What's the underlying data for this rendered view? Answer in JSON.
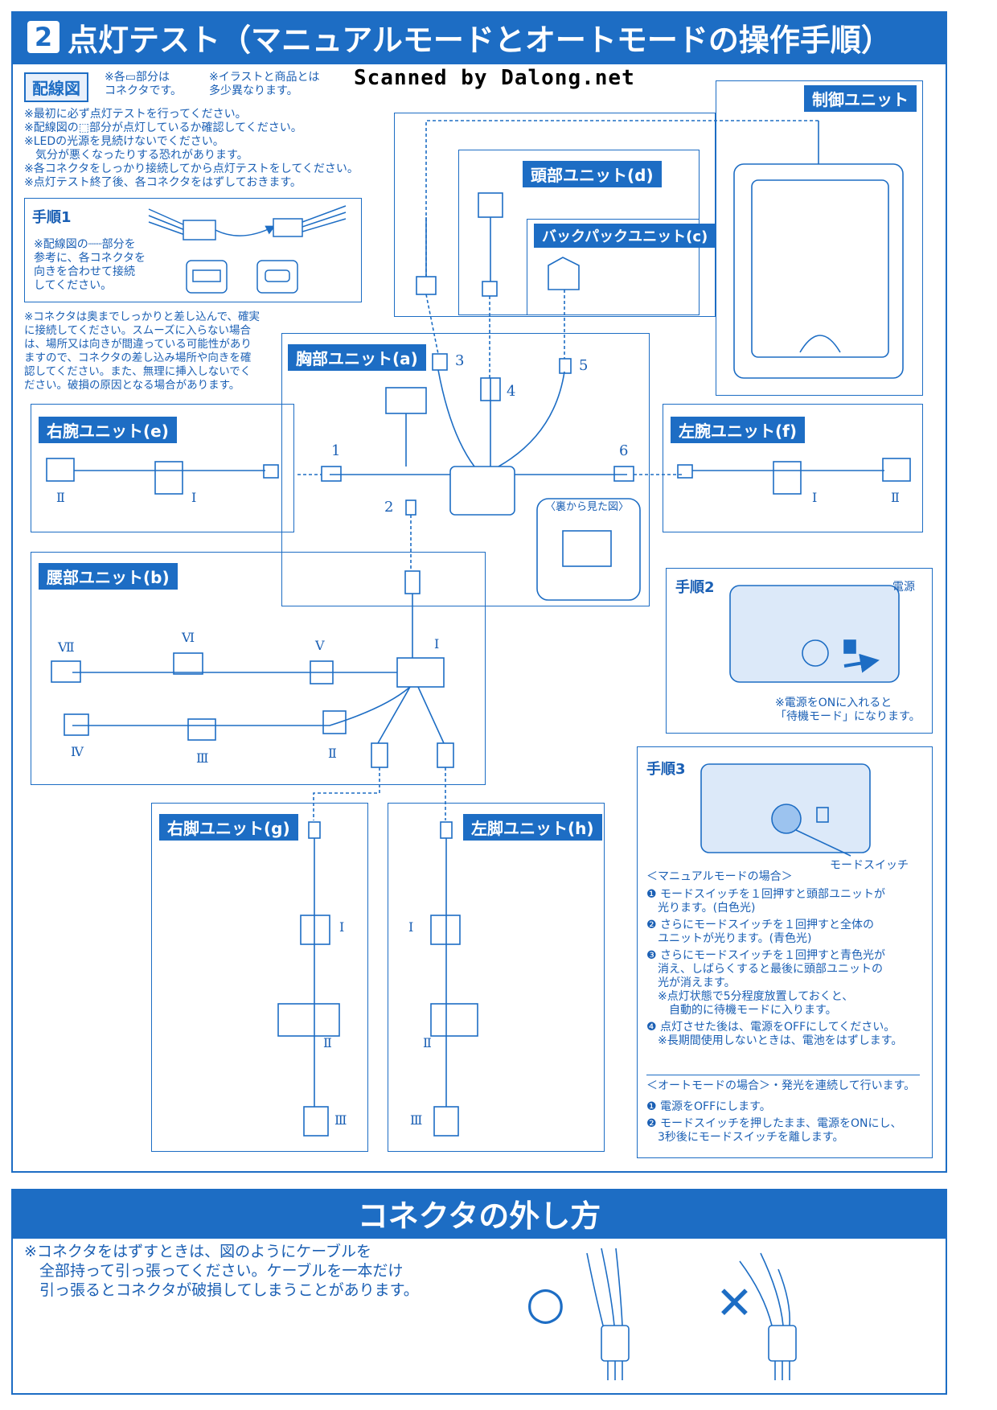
{
  "header": {
    "number": "2",
    "title": "点灯テスト（マニュアルモードとオートモードの操作手順）"
  },
  "watermark": "Scanned by Dalong.net",
  "wiring": {
    "label": "配線図",
    "note1": "※各▭部分は\nコネクタです。",
    "note2": "※イラストと商品とは\n多少異なります。"
  },
  "warnings": "※最初に必ず点灯テストを行ってください。\n※配線図の⬚部分が点灯しているか確認してください。\n※LEDの光源を見続けないでください。\n　気分が悪くなったりする恐れがあります。\n※各コネクタをしっかり接続してから点灯テストをしてください。\n※点灯テスト終了後、各コネクタをはずしておきます。",
  "step1": {
    "label": "手順1",
    "text": "※配線図の┈┈部分を\n参考に、各コネクタを\n向きを合わせて接続\nしてください。"
  },
  "connector_note": "※コネクタは奥までしっかりと差し込んで、確実\nに接続してください。スムーズに入らない場合\nは、場所又は向きが間違っている可能性があり\nますので、コネクタの差し込み場所や向きを確\n認してください。また、無理に挿入しないでく\nださい。破損の原因となる場合があります。",
  "units": {
    "control": "制御ユニット",
    "head": "頭部ユニット(d)",
    "backpack": "バックパックユニット(c)",
    "chest": "胸部ユニット(a)",
    "right_arm": "右腕ユニット(e)",
    "left_arm": "左腕ユニット(f)",
    "waist": "腰部ユニット(b)",
    "right_leg": "右脚ユニット(g)",
    "left_leg": "左脚ユニット(h)"
  },
  "back_view": "〈裏から見た図〉",
  "numbers": [
    "1",
    "2",
    "3",
    "4",
    "5",
    "6"
  ],
  "roman": {
    "I": "Ⅰ",
    "II": "Ⅱ",
    "III": "Ⅲ",
    "IV": "Ⅳ",
    "V": "Ⅴ",
    "VI": "Ⅵ",
    "VII": "Ⅶ"
  },
  "step2": {
    "label": "手順2",
    "power": "電源",
    "note": "※電源をONに入れると\n「待機モード」になります。"
  },
  "step3": {
    "label": "手順3",
    "switch_label": "モードスイッチ",
    "manual_title": "＜マニュアルモードの場合＞",
    "manual": [
      "❶ モードスイッチを１回押すと頭部ユニットが\n　光ります。(白色光)",
      "❷ さらにモードスイッチを１回押すと全体の\n　ユニットが光ります。(青色光)",
      "❸ さらにモードスイッチを１回押すと青色光が\n　消え、しばらくすると最後に頭部ユニットの\n　光が消えます。\n　※点灯状態で5分程度放置しておくと、\n　　自動的に待機モードに入ります。",
      "❹ 点灯させた後は、電源をOFFにしてください。\n　※長期間使用しないときは、電池をはずします。"
    ],
    "auto_title": "＜オートモードの場合＞・発光を連続して行います。",
    "auto": [
      "❶ 電源をOFFにします。",
      "❷ モードスイッチを押したまま、電源をONにし、\n　3秒後にモードスイッチを離します。"
    ]
  },
  "bottom": {
    "title": "コネクタの外し方",
    "text": "※コネクタをはずすときは、図のようにケーブルを\n　全部持って引っ張ってください。ケーブルを一本だけ\n　引っ張るとコネクタが破損してしまうことがあります。",
    "ok": "○",
    "ng": "✕"
  }
}
